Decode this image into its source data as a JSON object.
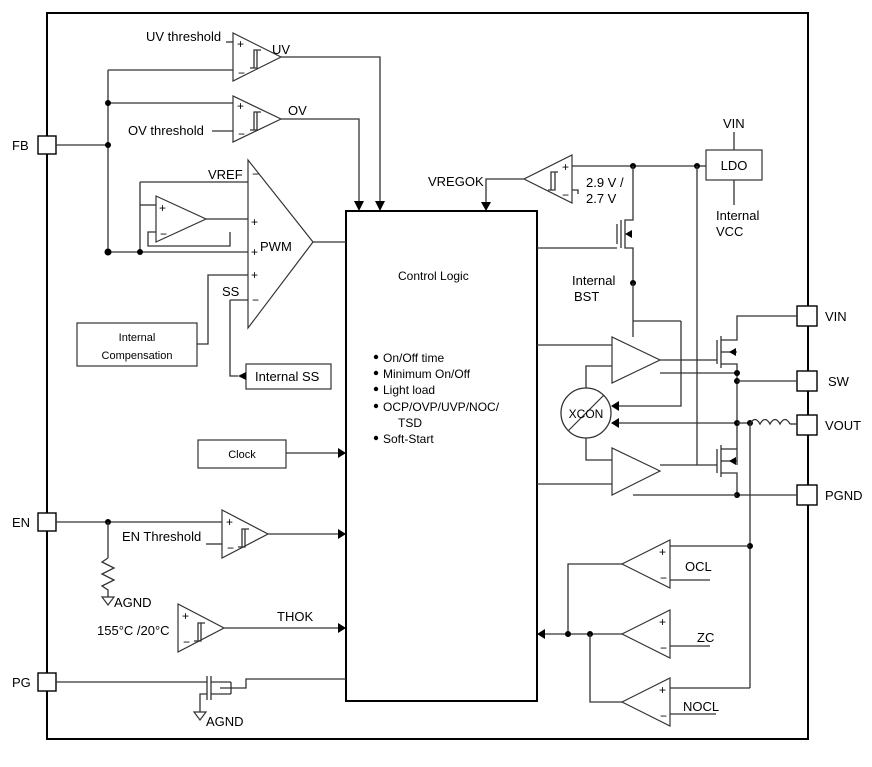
{
  "pins": {
    "fb": "FB",
    "en": "EN",
    "pg": "PG",
    "vin": "VIN",
    "sw": "SW",
    "vout": "VOUT",
    "pgnd": "PGND"
  },
  "labels": {
    "uv_threshold": "UV threshold",
    "uv": "UV",
    "ov_threshold": "OV threshold",
    "ov": "OV",
    "vref": "VREF",
    "pwm": "PWM",
    "ss": "SS",
    "internal_compensation_line1": "Internal",
    "internal_compensation_line2": "Compensation",
    "internal_ss": "Internal SS",
    "clock": "Clock",
    "en_threshold": "EN Threshold",
    "agnd": "AGND",
    "temp_threshold": "155°C /20°C",
    "thok": "THOK",
    "vregok": "VREGOK",
    "vreg_thresh_line1": "2.9 V /",
    "vreg_thresh_line2": "2.7 V",
    "ldo_vin": "VIN",
    "ldo": "LDO",
    "internal_vcc_line1": "Internal",
    "internal_vcc_line2": "VCC",
    "internal_bst_line1": "Internal",
    "internal_bst_line2": "BST",
    "xcon": "XCON",
    "ocl": "OCL",
    "zc": "ZC",
    "nocl": "NOCL"
  },
  "control_logic": {
    "title": "Control Logic",
    "items": [
      "On/Off time",
      "Minimum On/Off",
      "Light load",
      "OCP/OVP/UVP/NOC/",
      "TSD",
      "Soft-Start"
    ]
  }
}
